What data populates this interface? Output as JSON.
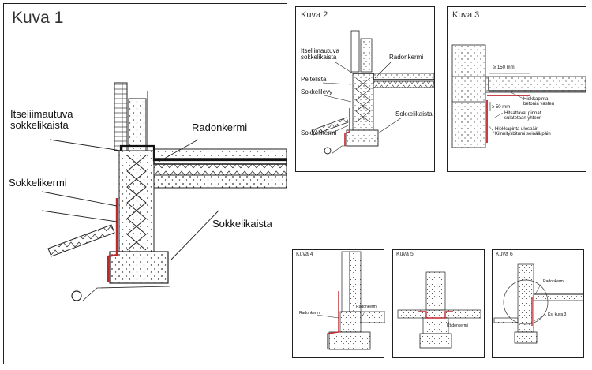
{
  "panels": {
    "kuva1": {
      "title": "Kuva 1",
      "labels": {
        "membrane_strip": "Itseliimautuva sokkelikaista",
        "radon": "Radonkermi",
        "sokkelikermi": "Sokkelikermi",
        "sokkelikaista": "Sokkelikaista"
      }
    },
    "kuva2": {
      "title": "Kuva 2",
      "labels": {
        "membrane_strip": "Itseliimautuva sokkelikaista",
        "radon": "Radonkermi",
        "peitelista": "Peitelista",
        "sokkelilevy": "Sokkelilevy",
        "sokkelikermi": "Sokkelikermi",
        "sokkelikaista": "Sokkelikaista"
      }
    },
    "kuva3": {
      "title": "Kuva 3",
      "labels": {
        "dim_top": "≥ 150 mm",
        "dim_side": "≥ 50 mm",
        "hiekka_betoni": "Hiekkapinta betonia vasten",
        "hitsattavat": "Hitsattavat pinnat sulatetaan yhteen",
        "hiekka_ulos": "Hiekkapinta ulospäin Kiinnitysbitumi seinää päin"
      }
    },
    "kuva4": {
      "title": "Kuva 4",
      "labels": {
        "radon_left": "Radonkermi",
        "radon_right": "Radonkermi"
      }
    },
    "kuva5": {
      "title": "Kuva 5",
      "labels": {
        "radon": "Radonkermi"
      }
    },
    "kuva6": {
      "title": "Kuva 6",
      "labels": {
        "radon": "Radonkermi",
        "ks_kuva": "Ks. kuva 3"
      }
    }
  },
  "colors": {
    "membrane": "#c0272d",
    "line": "#1a1a1a"
  }
}
